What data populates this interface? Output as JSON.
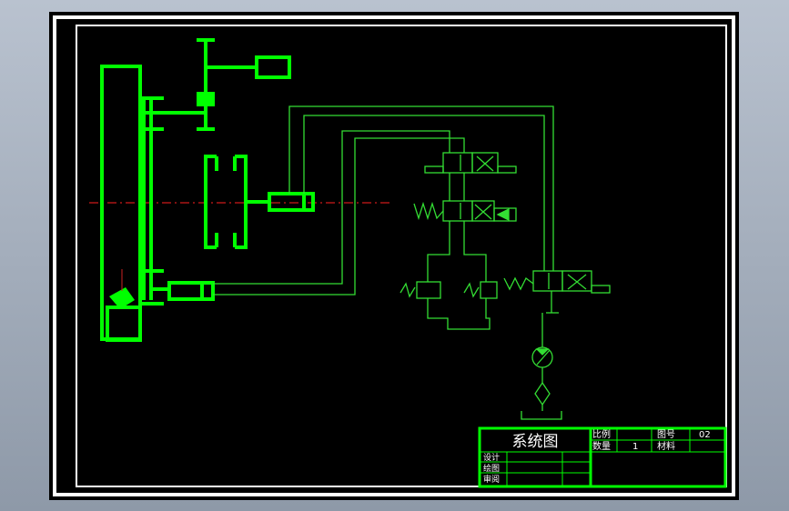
{
  "title_block": {
    "title": "系统图",
    "scale_label": "比例",
    "drawing_no_label": "图号",
    "drawing_no_value": "02",
    "quantity_label": "数量",
    "quantity_value": "1",
    "material_label": "材料",
    "designer_label": "设计",
    "drafter_label": "绘图",
    "reviewer_label": "审阅"
  },
  "colors": {
    "background": "#000000",
    "frame": "#ffffff",
    "mechanism": "#00ff00",
    "hydraulic": "#33dd33",
    "centerline": "#ff2020",
    "accent": "#cc2222"
  }
}
